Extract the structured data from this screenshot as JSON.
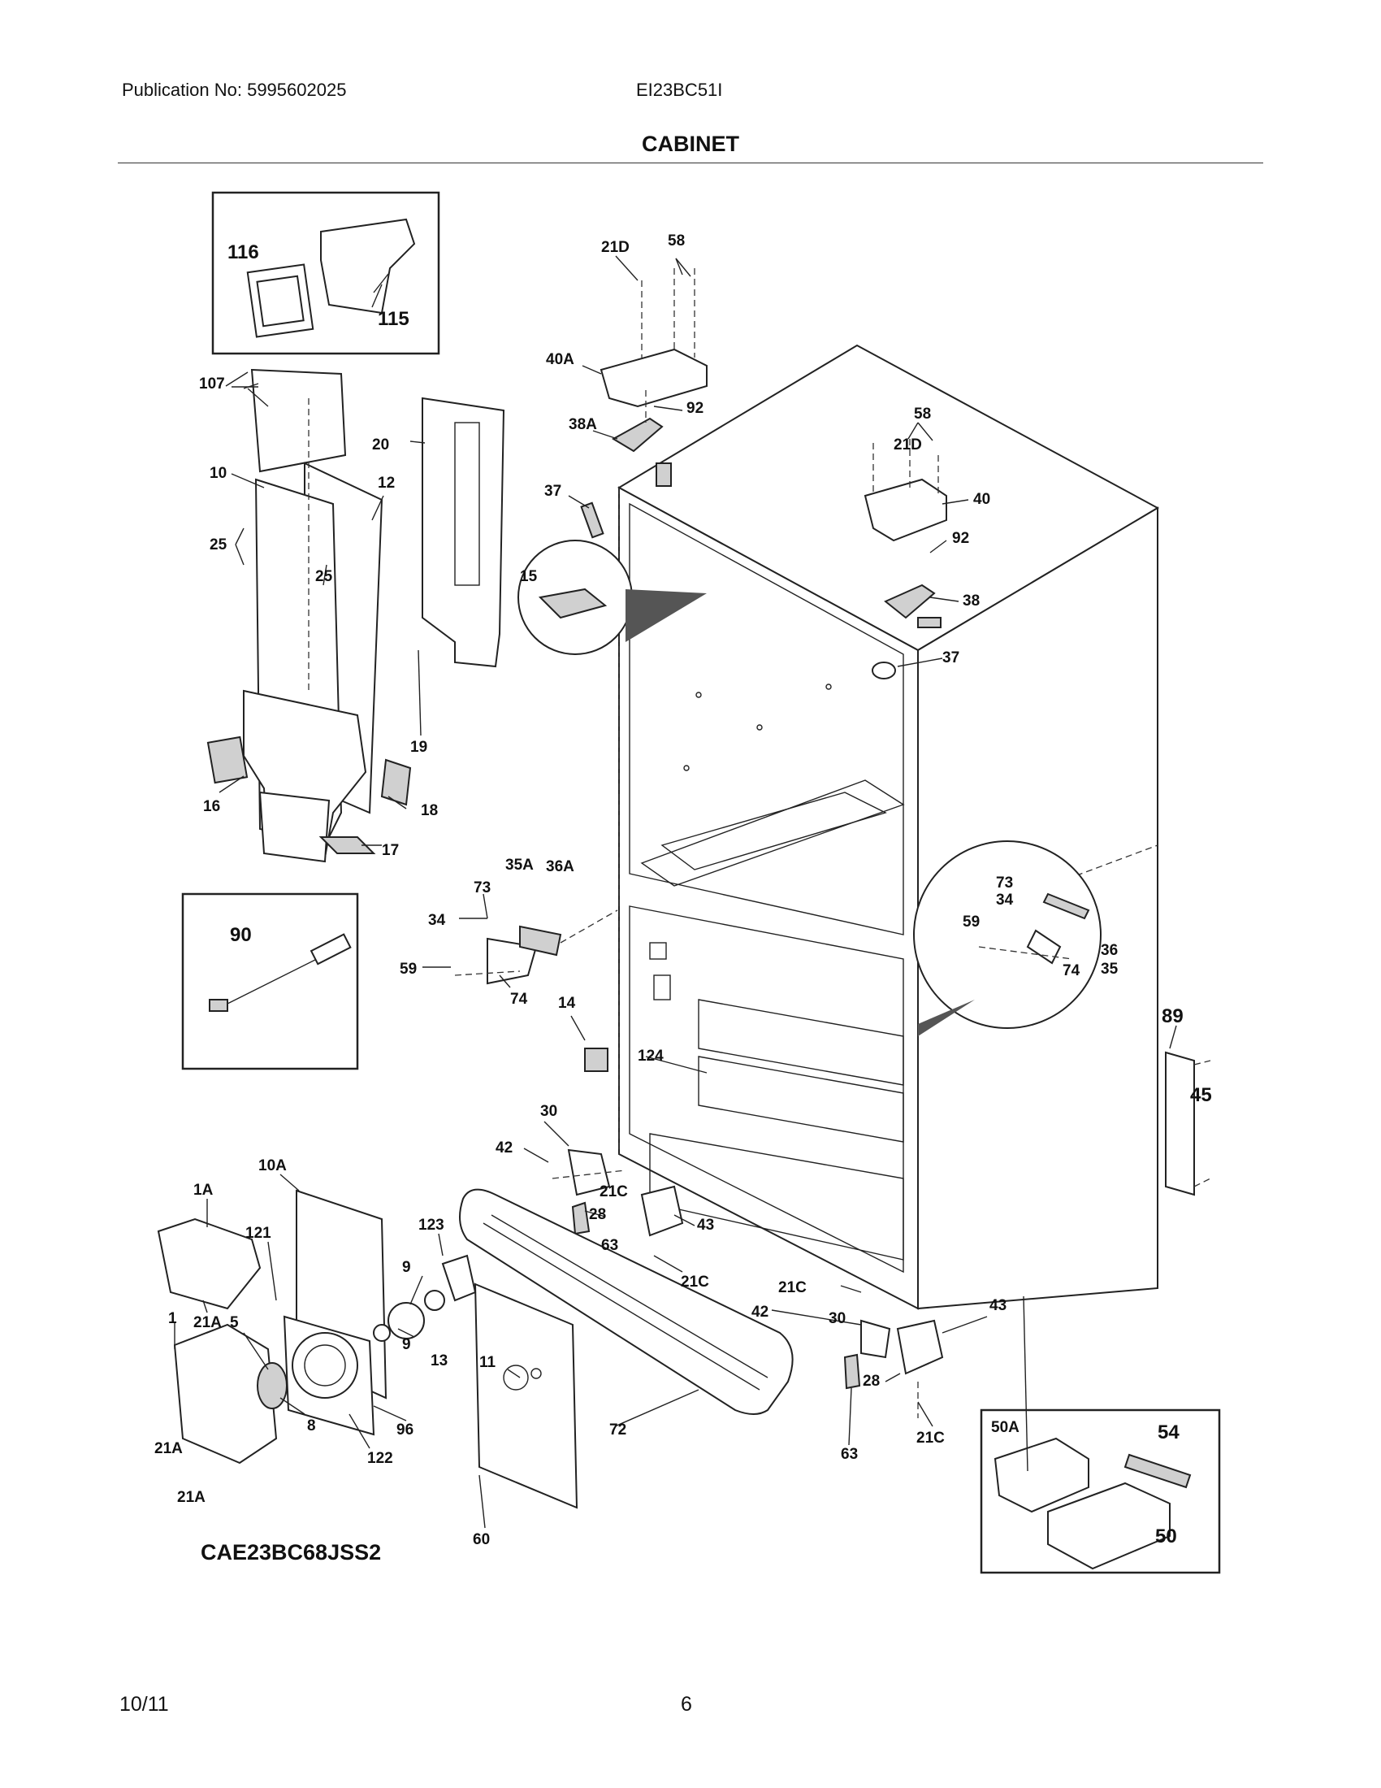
{
  "header": {
    "publication": "Publication No: 5995602025",
    "model": "EI23BC51I",
    "title": "CABINET"
  },
  "footer": {
    "date": "10/11",
    "page": "6"
  },
  "variant_model": "CAE23BC68JSS2",
  "callouts": {
    "c116": "116",
    "c115": "115",
    "c107": "107",
    "c20": "20",
    "c10": "10",
    "c12": "12",
    "c25a": "25",
    "c25b": "25",
    "c19": "19",
    "c16": "16",
    "c18": "18",
    "c17": "17",
    "c21d_top": "21D",
    "c58_top": "58",
    "c40a": "40A",
    "c92_top": "92",
    "c38a": "38A",
    "c37_left": "37",
    "c15": "15",
    "c58_right": "58",
    "c21d_right": "21D",
    "c40": "40",
    "c92_right": "92",
    "c38": "38",
    "c37_right": "37",
    "c73_left": "73",
    "c35a": "35A",
    "c36a": "36A",
    "c34_left": "34",
    "c59_left": "59",
    "c74_left": "74",
    "c14": "14",
    "c90": "90",
    "c73_right": "73",
    "c34_right": "34",
    "c59_right": "59",
    "c36": "36",
    "c74_right": "74",
    "c35": "35",
    "c89": "89",
    "c45": "45",
    "c124": "124",
    "c30_left": "30",
    "c42_left": "42",
    "c21c_a": "21C",
    "c28_left": "28",
    "c43_left": "43",
    "c63_left": "63",
    "c21c_b": "21C",
    "c1a": "1A",
    "c10a": "10A",
    "c121": "121",
    "c123": "123",
    "c9a": "9",
    "c9b": "9",
    "c13": "13",
    "c21a_a": "21A",
    "c1": "1",
    "c5": "5",
    "c11": "11",
    "c8": "8",
    "c96": "96",
    "c21a_b": "21A",
    "c21a_c": "21A",
    "c122": "122",
    "c72": "72",
    "c60": "60",
    "c21c_c": "21C",
    "c42_right": "42",
    "c30_right": "30",
    "c43_right": "43",
    "c28_right": "28",
    "c63_right": "63",
    "c21c_d": "21C",
    "c50a": "50A",
    "c54": "54",
    "c50": "50"
  }
}
